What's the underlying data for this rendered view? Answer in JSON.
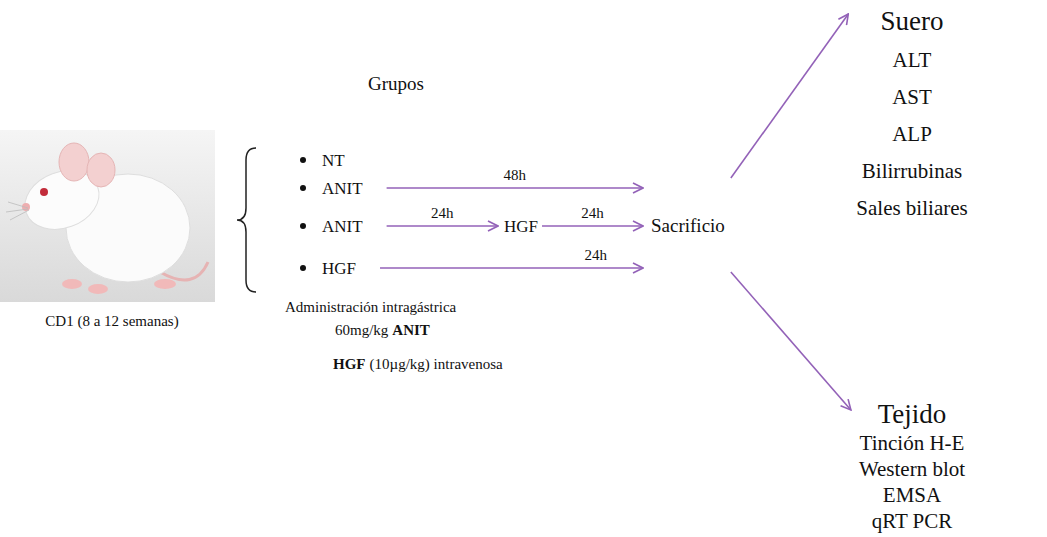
{
  "diagram": {
    "nodes": [
      {
        "text": [
          "NT"
        ]
      },
      {
        "text": [
          "ANIT"
        ]
      },
      {
        "text": [
          "ANIT"
        ]
      },
      {
        "text": [
          "HGF"
        ]
      },
      {
        "text": [
          "HGF"
        ]
      },
      {
        "text": [
          "Sacrificio"
        ]
      },
      {
        "text": [
          "Suero",
          "ALT",
          "AST",
          "ALP",
          "Bilirrubinas",
          "Sales biliares"
        ]
      },
      {
        "text": [
          "Tejido",
          "Tinción H-E",
          "Western blot",
          "EMSA",
          "qRT PCR"
        ]
      }
    ],
    "edges": [
      {
        "from": 1,
        "to": 5,
        "arrow": "to",
        "label": "48h"
      },
      {
        "from": 2,
        "to": 3,
        "arrow": "to",
        "label": "24h"
      },
      {
        "from": 3,
        "to": 5,
        "arrow": "to",
        "label": "24h"
      },
      {
        "from": 4,
        "to": 5,
        "arrow": "to",
        "label": "24h"
      },
      {
        "from": 5,
        "to": 6,
        "arrow": "to"
      },
      {
        "from": 5,
        "to": 7,
        "arrow": "to"
      }
    ],
    "labels": [
      "Grupos",
      "CD1 (8 a 12 semanas)",
      "Administración intragástrica",
      "60mg/kg",
      "ANIT",
      "HGF",
      "(10µg/kg) intravenosa"
    ]
  }
}
